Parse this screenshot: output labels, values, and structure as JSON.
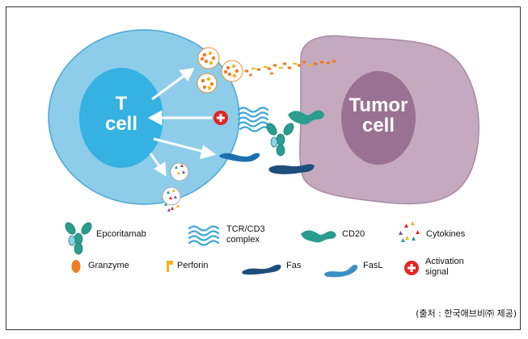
{
  "diagram": {
    "t_cell_label_line1": "T",
    "t_cell_label_line2": "cell",
    "tumor_cell_label_line1": "Tumor",
    "tumor_cell_label_line2": "cell"
  },
  "legend": {
    "epcoritamab": "Epcoritamab",
    "tcr_cd3_line1": "TCR/CD3",
    "tcr_cd3_line2": "complex",
    "cd20": "CD20",
    "cytokines": "Cytokines",
    "granzyme": "Granzyme",
    "perforin": "Perforin",
    "fas": "Fas",
    "fasl": "FasL",
    "activation_line1": "Activation",
    "activation_line2": "signal"
  },
  "source_note": "(출처 : 한국애브비㈜ 제공)",
  "colors": {
    "t_cell_outer": "#8dcdea",
    "t_cell_inner": "#35b1e2",
    "tumor_outer": "#c4a9bf",
    "tumor_inner": "#9b7193",
    "teal": "#2a9d8f",
    "navy": "#1d4e7c",
    "light_blue": "#3a8fc6",
    "orange": "#ef7d22",
    "yellow": "#f3b21c",
    "red": "#e52421"
  }
}
